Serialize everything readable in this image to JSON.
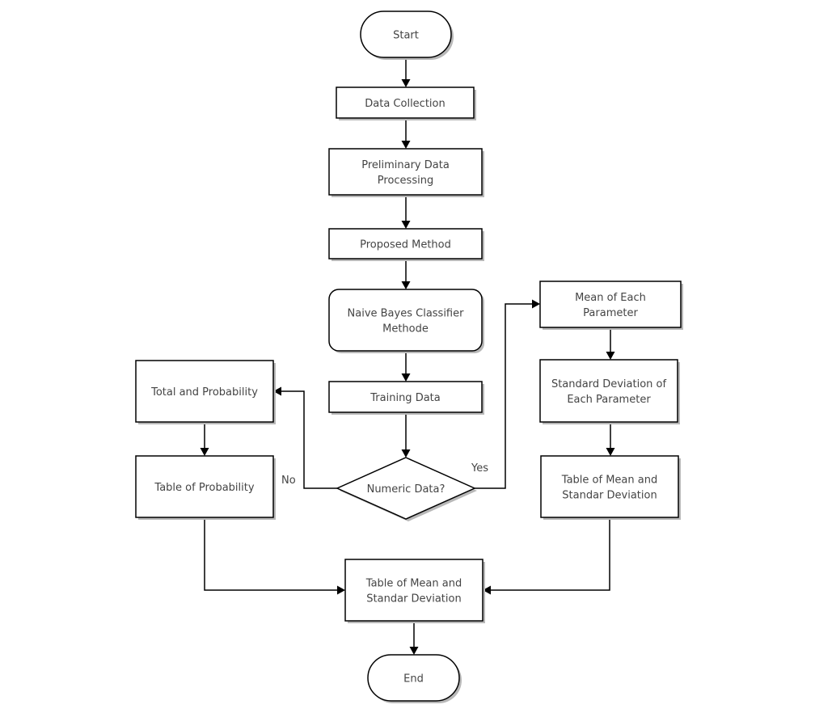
{
  "diagram": {
    "nodes": {
      "start": {
        "lines": [
          "Start"
        ]
      },
      "data_collection": {
        "lines": [
          "Data Collection"
        ]
      },
      "preliminary": {
        "lines": [
          "Preliminary Data",
          "Processing"
        ]
      },
      "proposed_method": {
        "lines": [
          "Proposed Method"
        ]
      },
      "naive_bayes": {
        "lines": [
          "Naive Bayes Classifier",
          "Methode"
        ]
      },
      "training_data": {
        "lines": [
          "Training Data"
        ]
      },
      "numeric_data": {
        "lines": [
          "Numeric Data?"
        ]
      },
      "total_probability": {
        "lines": [
          "Total and Probability"
        ]
      },
      "table_probability": {
        "lines": [
          "Table of Probability"
        ]
      },
      "mean_param": {
        "lines": [
          "Mean of Each",
          "Parameter"
        ]
      },
      "std_param": {
        "lines": [
          "Standard Deviation of",
          "Each Parameter"
        ]
      },
      "table_mean_std_right": {
        "lines": [
          "Table of Mean and",
          "Standar Deviation"
        ]
      },
      "table_mean_std_bottom": {
        "lines": [
          "Table of Mean and",
          "Standar Deviation"
        ]
      },
      "end": {
        "lines": [
          "End"
        ]
      }
    },
    "edge_labels": {
      "yes": "Yes",
      "no": "No"
    }
  }
}
